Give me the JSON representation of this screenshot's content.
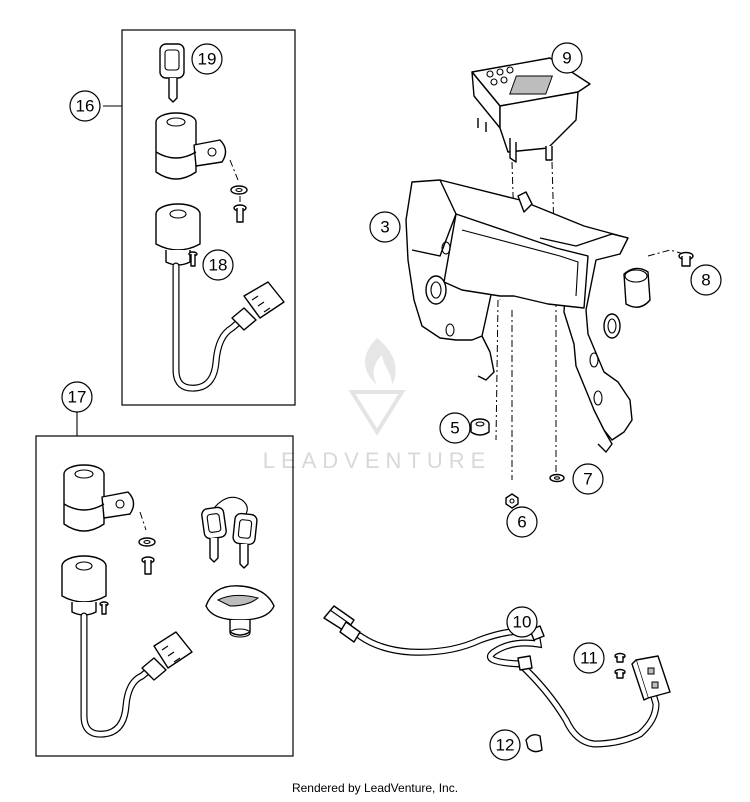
{
  "callouts": [
    {
      "id": "16",
      "label": "16"
    },
    {
      "id": "19",
      "label": "19"
    },
    {
      "id": "18",
      "label": "18"
    },
    {
      "id": "17",
      "label": "17"
    },
    {
      "id": "9",
      "label": "9"
    },
    {
      "id": "3",
      "label": "3"
    },
    {
      "id": "8",
      "label": "8"
    },
    {
      "id": "5",
      "label": "5"
    },
    {
      "id": "7",
      "label": "7"
    },
    {
      "id": "6",
      "label": "6"
    },
    {
      "id": "10",
      "label": "10"
    },
    {
      "id": "11",
      "label": "11"
    },
    {
      "id": "12",
      "label": "12"
    }
  ],
  "watermark": {
    "text": "LEADVENTURE"
  },
  "footer": {
    "text": "Rendered by LeadVenture, Inc."
  }
}
